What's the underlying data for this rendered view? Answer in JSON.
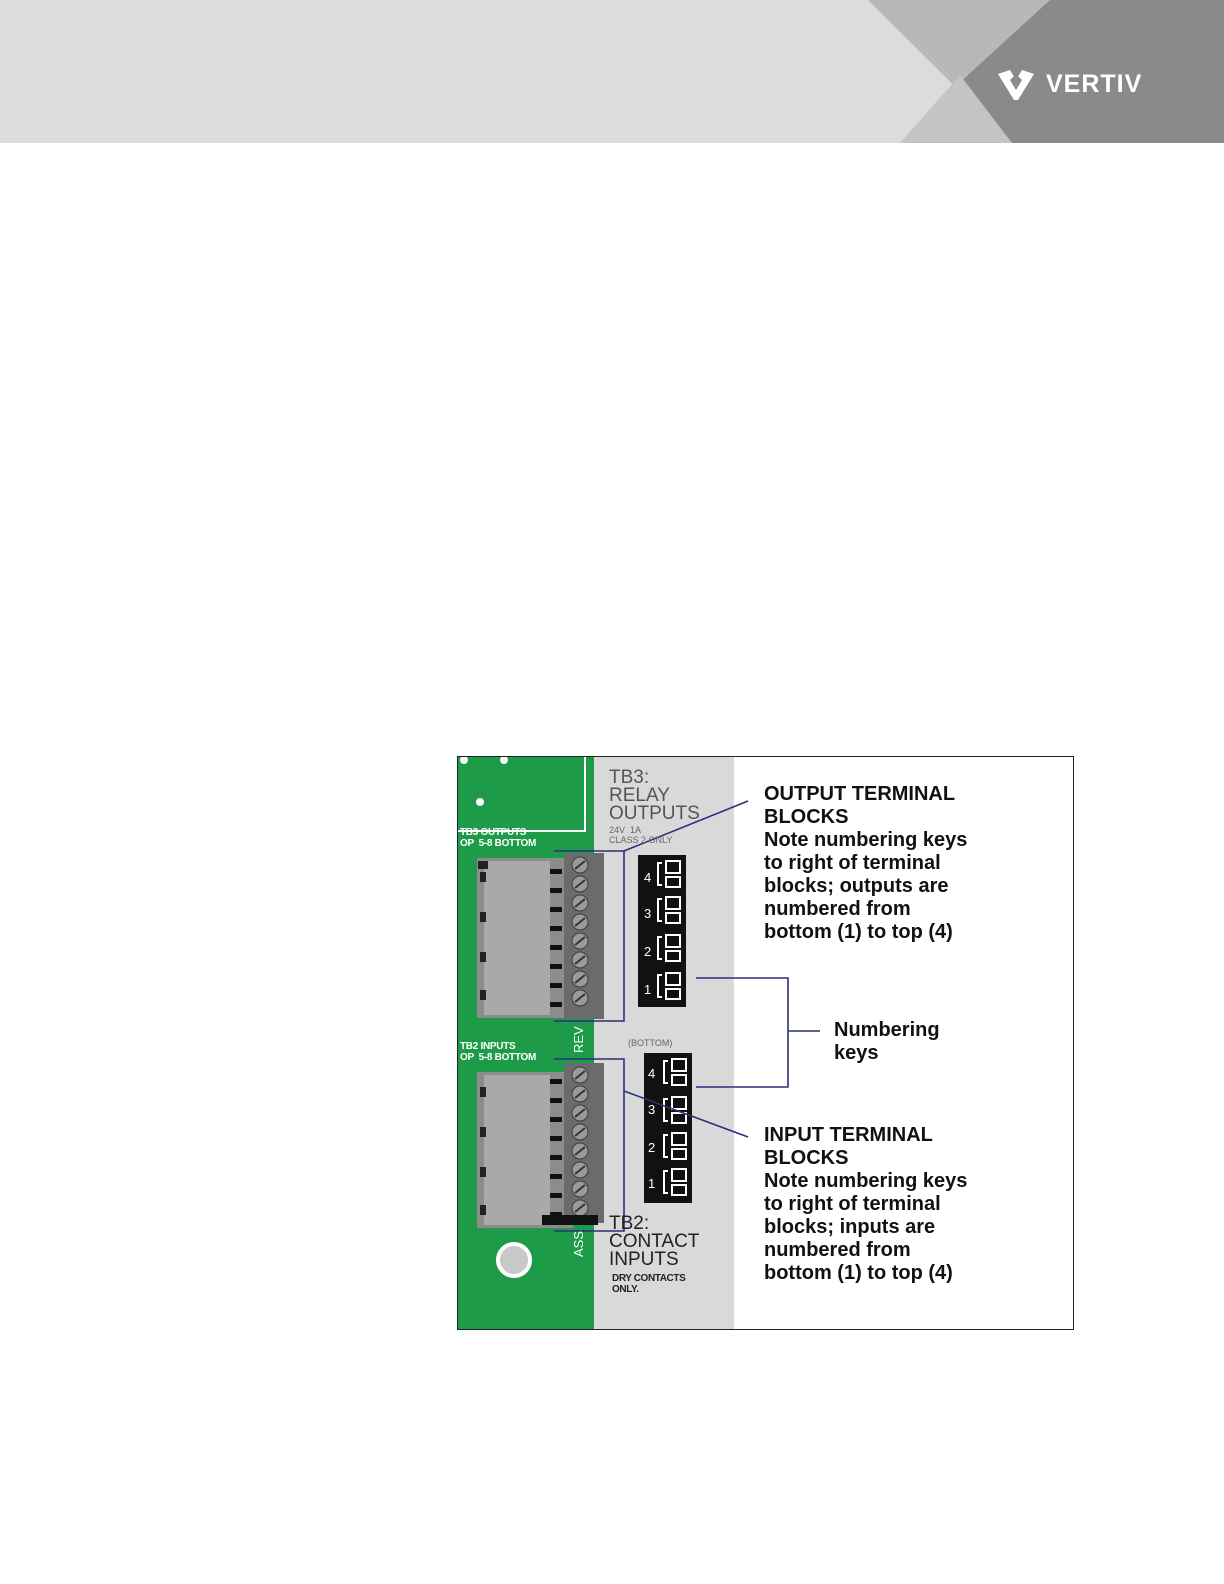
{
  "header": {
    "brand": "VERTIV",
    "trademark": "."
  },
  "figure": {
    "pcb": {
      "tb3_label": "TB3 OUTPUTS\nOP  5-8 BOTTOM",
      "tb2_label": "TB2 INPUTS\nOP  5-8 BOTTOM",
      "rev_label": "REV",
      "ass_label": "ASS"
    },
    "panel": {
      "tb3_title": "TB3:\nRELAY\nOUTPUTS",
      "tb3_rating": "24V  1A\nCLASS 2 ONLY",
      "bottom_label": "(BOTTOM)",
      "tb2_title": "TB2:\nCONTACT\nINPUTS",
      "tb2_note": "DRY CONTACTS\nONLY."
    },
    "output_keys": [
      "4",
      "3",
      "2",
      "1"
    ],
    "input_keys": [
      "4",
      "3",
      "2",
      "1"
    ],
    "callouts": {
      "output_heading": "OUTPUT TERMINAL\nBLOCKS",
      "output_body": "Note numbering keys\nto right of terminal\nblocks; outputs are\nnumbered from\nbottom (1) to top (4)",
      "numbering_keys": "Numbering\nkeys",
      "input_heading": "INPUT TERMINAL\nBLOCKS",
      "input_body": "Note numbering keys\nto right of terminal\nblocks; inputs are\nnumbered from\nbottom (1) to top (4)"
    }
  }
}
